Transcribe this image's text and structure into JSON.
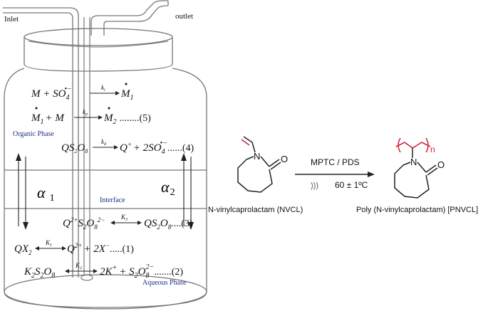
{
  "reactor": {
    "inlet_label": "Inlet",
    "outlet_label": "outlet",
    "organic_phase_label": "Organic Phase",
    "interface_label": "Interface",
    "aqueous_phase_label": "Aqueous Phase",
    "alpha1": "α",
    "alpha1_sub": "1",
    "alpha2": "α",
    "alpha2_sub": "2"
  },
  "equations": {
    "eq_a_left": "M + SO",
    "eq_a_sub": "4",
    "eq_a_sup": "•−",
    "eq_a_k": "k",
    "eq_a_ksub": "i",
    "eq_a_right": "M",
    "eq_a_rsub": "1",
    "eq5_left": "M",
    "eq5_lsub": "1",
    "eq5_plus": "+ M",
    "eq5_k": "k",
    "eq5_ksub": "p",
    "eq5_right": "M",
    "eq5_rsub": "2",
    "eq5_num": "........(5)",
    "eq4_left": "QS",
    "eq4_s2": "2",
    "eq4_o": "O",
    "eq4_o8": "8",
    "eq4_k": "k",
    "eq4_ksub": "d",
    "eq4_right": "Q",
    "eq4_rsup": "+",
    "eq4_plus": "+ 2SO",
    "eq4_rsub": "4",
    "eq4_rsup2": "•−",
    "eq4_num": "......(4)",
    "eq3_left": "Q",
    "eq3_lsup": "2+",
    "eq3_s": "S",
    "eq3_s2": "2",
    "eq3_o": "O",
    "eq3_o8": "8",
    "eq3_osup": "2−",
    "eq3_k": "K",
    "eq3_ksub": "3",
    "eq3_right": "QS",
    "eq3_rs2": "2",
    "eq3_ro": "O",
    "eq3_ro8": "8",
    "eq3_num": "....(3)",
    "eq1_left": "QX",
    "eq1_lsub": "2",
    "eq1_k": "K",
    "eq1_ksub": "1",
    "eq1_right": "Q",
    "eq1_rsup": "2+",
    "eq1_plus": "+ 2X",
    "eq1_rsup2": "−",
    "eq1_num": ".....(1)",
    "eq2_left": "K",
    "eq2_l2": "2",
    "eq2_s": "S",
    "eq2_s2": "2",
    "eq2_o": "O",
    "eq2_o8": "8",
    "eq2_k": "K",
    "eq2_ksub": "2",
    "eq2_right": "2K",
    "eq2_rsup": "+",
    "eq2_plus": "+ S",
    "eq2_rs2": "2",
    "eq2_ro": "O",
    "eq2_ro8": "8",
    "eq2_rsup2": "2−",
    "eq2_num": ".......(2)"
  },
  "scheme": {
    "monomer_name": "N-vinylcaprolactam (NVCL)",
    "polymer_name": "Poly (N-vinylcaprolactam) [PNVCL]",
    "catalyst_label": "MPTC / PDS",
    "condition_label": "60 ± 1ºC",
    "ultrasound_glyph": ")))",
    "atom_n": "N",
    "atom_o": "O",
    "repeat_n": "n",
    "polymer_color": "#d0213a"
  }
}
